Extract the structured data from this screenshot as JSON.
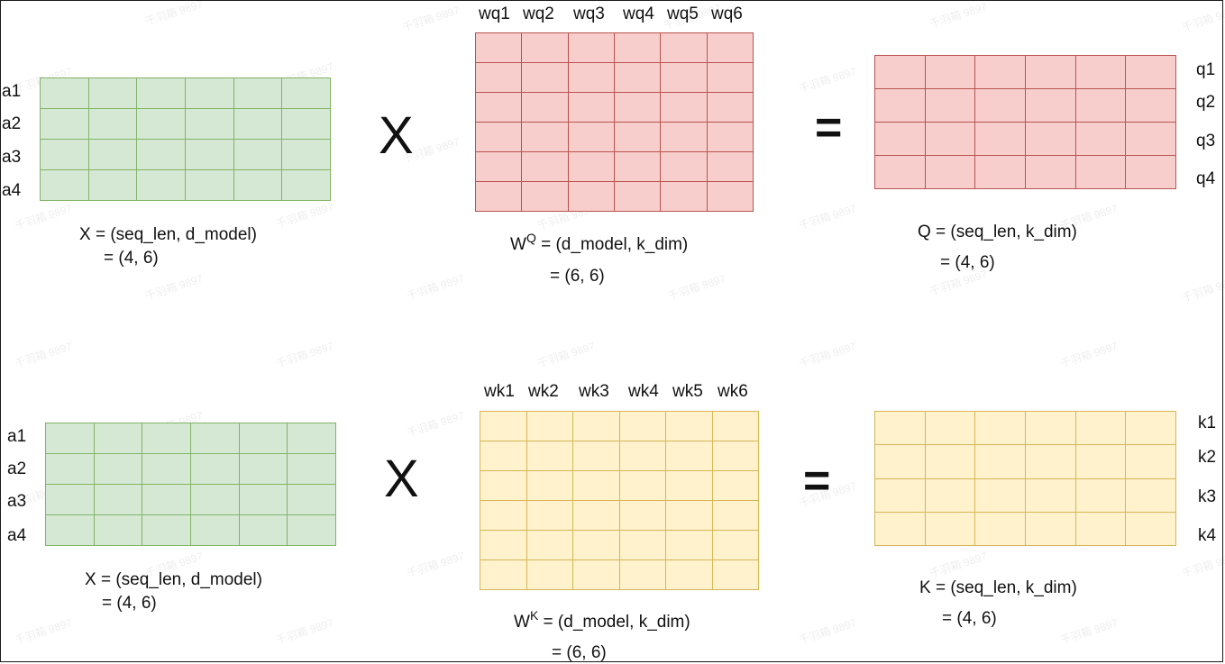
{
  "top": {
    "x_rows": [
      "a1",
      "a2",
      "a3",
      "a4"
    ],
    "w_cols": [
      "wq1",
      "wq2",
      "wq3",
      "wq4",
      "wq5",
      "wq6"
    ],
    "out_rows": [
      "q1",
      "q2",
      "q3",
      "q4"
    ],
    "op_multiply": "X",
    "op_equals": "=",
    "x_caption": {
      "line1": "X =  (seq_len, d_model)",
      "line2": "= (4, 6)"
    },
    "w_caption": {
      "base": "W",
      "sup": "Q",
      "line1": " =  (d_model, k_dim)",
      "line2": "=  (6, 6)"
    },
    "out_caption": {
      "line1": "Q =  (seq_len, k_dim)",
      "line2": "=  (4, 6)"
    }
  },
  "bottom": {
    "x_rows": [
      "a1",
      "a2",
      "a3",
      "a4"
    ],
    "w_cols": [
      "wk1",
      "wk2",
      "wk3",
      "wk4",
      "wk5",
      "wk6"
    ],
    "out_rows": [
      "k1",
      "k2",
      "k3",
      "k4"
    ],
    "op_multiply": "X",
    "op_equals": "=",
    "x_caption": {
      "line1": "X =  (seq_len, d_model)",
      "line2": "= (4, 6)"
    },
    "w_caption": {
      "base": "W",
      "sup": "K",
      "line1": " =  (d_model, k_dim)",
      "line2": "=  (6, 6)"
    },
    "out_caption": {
      "line1": "K =  (seq_len, k_dim)",
      "line2": "=  (4, 6)"
    }
  },
  "watermark": "千羽箱 9897",
  "colors": {
    "x_fill": "#d5e8d4",
    "x_stroke": "#82b366",
    "wq_fill": "#f8cecc",
    "wq_stroke": "#b85450",
    "wk_fill": "#fff2cc",
    "wk_stroke": "#d6b656"
  }
}
